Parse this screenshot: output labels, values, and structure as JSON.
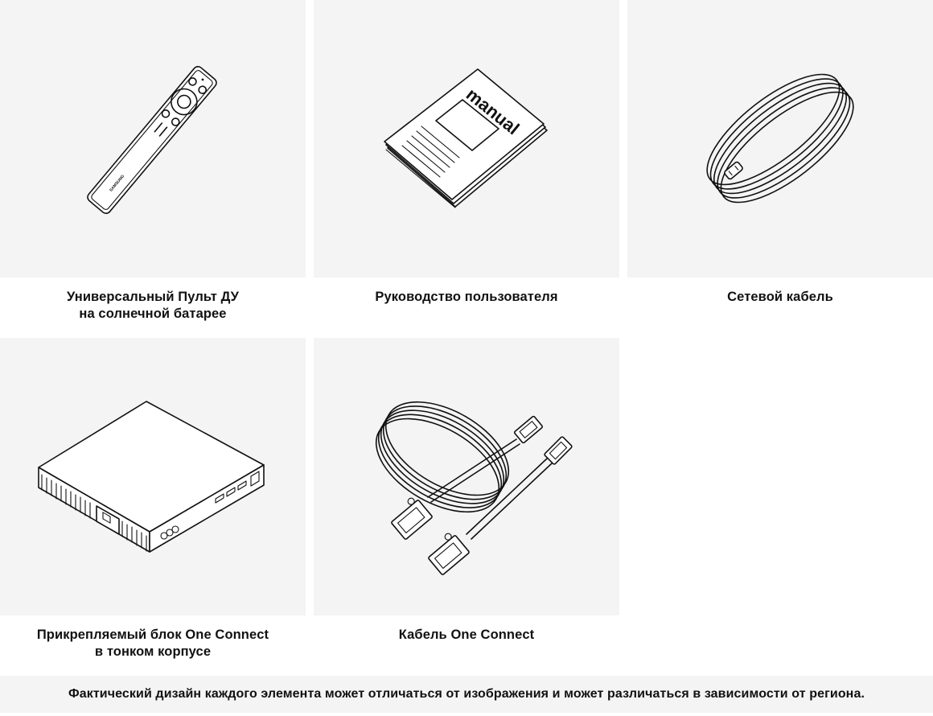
{
  "items": [
    {
      "id": "remote",
      "icon": "solar-remote-control-icon",
      "caption_lines": [
        "Универсальный Пульт ДУ",
        "на солнечной батарее"
      ]
    },
    {
      "id": "manual",
      "icon": "user-manual-icon",
      "caption_lines": [
        "Руководство пользователя"
      ],
      "cover_text": "manual"
    },
    {
      "id": "power-cable",
      "icon": "power-cable-icon",
      "caption_lines": [
        "Сетевой кабель"
      ]
    },
    {
      "id": "one-connect-box",
      "icon": "one-connect-box-icon",
      "caption_lines": [
        "Прикрепляемый блок One Connect",
        "в тонком корпусе"
      ]
    },
    {
      "id": "one-connect-cable",
      "icon": "one-connect-cable-icon",
      "caption_lines": [
        "Кабель One Connect"
      ]
    }
  ],
  "remote_brand": "SAMSUNG",
  "footer_note": "Фактический дизайн каждого элемента может отличаться от изображения и может различаться в зависимости от региона.",
  "colors": {
    "tile_background": "#f4f4f4",
    "page_background": "#ffffff",
    "line": "#111111"
  }
}
